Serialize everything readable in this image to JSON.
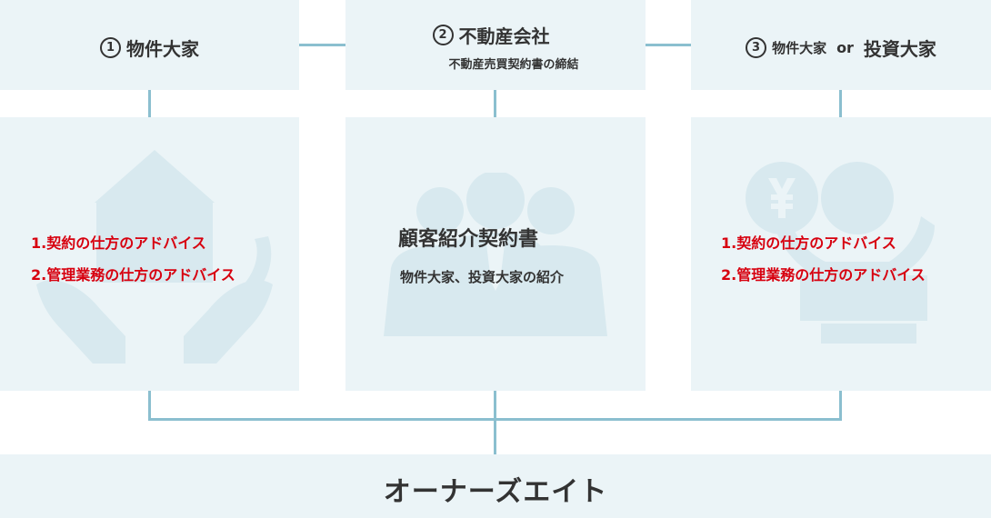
{
  "colors": {
    "panel": "#ebf4f7",
    "connector": "#8bbfcf",
    "accent_red": "#d7000f",
    "text": "#333333",
    "illustration": "#d8e9ef"
  },
  "headers": [
    {
      "number": "1",
      "title": "物件大家",
      "subtitle": ""
    },
    {
      "number": "2",
      "title": "不動産会社",
      "subtitle": "不動産売買契約書の締結"
    },
    {
      "number": "3",
      "title_part1": "物件大家",
      "title_or": "or",
      "title_part2": "投資大家"
    }
  ],
  "panels": [
    {
      "icon": "house-hands-icon",
      "items": [
        "1.契約の仕方のアドバイス",
        "2.管理業務の仕方のアドバイス"
      ]
    },
    {
      "icon": "people-group-icon",
      "title": "顧客紹介契約書",
      "subtitle": "物件大家、投資大家の紹介"
    },
    {
      "icon": "person-yen-icon",
      "items": [
        "1.契約の仕方のアドバイス",
        "2.管理業務の仕方のアドバイス"
      ]
    }
  ],
  "footer": {
    "title": "オーナーズエイト"
  }
}
